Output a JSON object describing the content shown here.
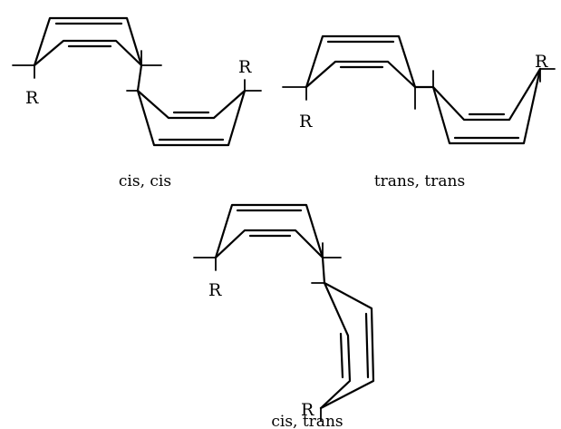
{
  "structures": [
    {
      "substituents": [
        "R",
        "R"
      ],
      "caption": "cis, cis"
    },
    {
      "substituents": [
        "R",
        "R"
      ],
      "caption": "trans, trans"
    },
    {
      "substituents": [
        "R",
        "R"
      ],
      "caption": "cis, trans"
    }
  ]
}
